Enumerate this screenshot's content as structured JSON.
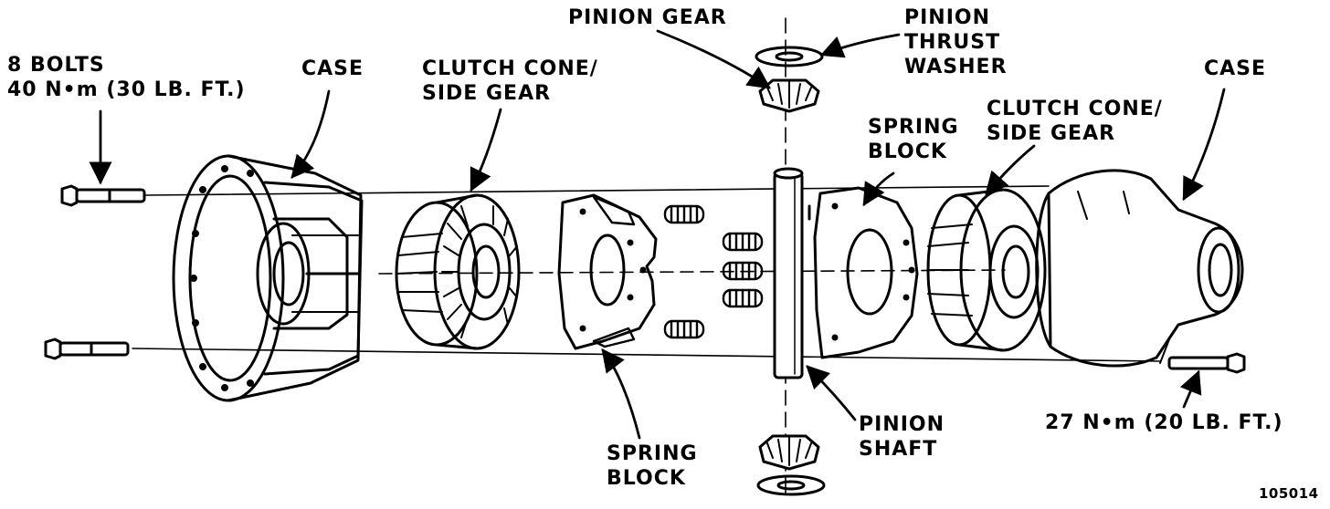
{
  "labels": {
    "bolts_left": [
      "8 BOLTS",
      "40 N•m (30 LB. FT.)"
    ],
    "case_left": [
      "CASE"
    ],
    "clutch_left": [
      "CLUTCH CONE/",
      "SIDE GEAR"
    ],
    "pinion_gear": [
      "PINION GEAR"
    ],
    "pinion_thrust": [
      "PINION",
      "THRUST",
      "WASHER"
    ],
    "case_right": [
      "CASE"
    ],
    "spring_block_upper": [
      "SPRING",
      "BLOCK"
    ],
    "clutch_right": [
      "CLUTCH CONE/",
      "SIDE GEAR"
    ],
    "bolt_right_torque": [
      "27 N•m (20 LB. FT.)"
    ],
    "spring_block_lower": [
      "SPRING",
      "BLOCK"
    ],
    "pinion_shaft": [
      "PINION",
      "SHAFT"
    ],
    "figure_number": [
      "105014"
    ]
  }
}
